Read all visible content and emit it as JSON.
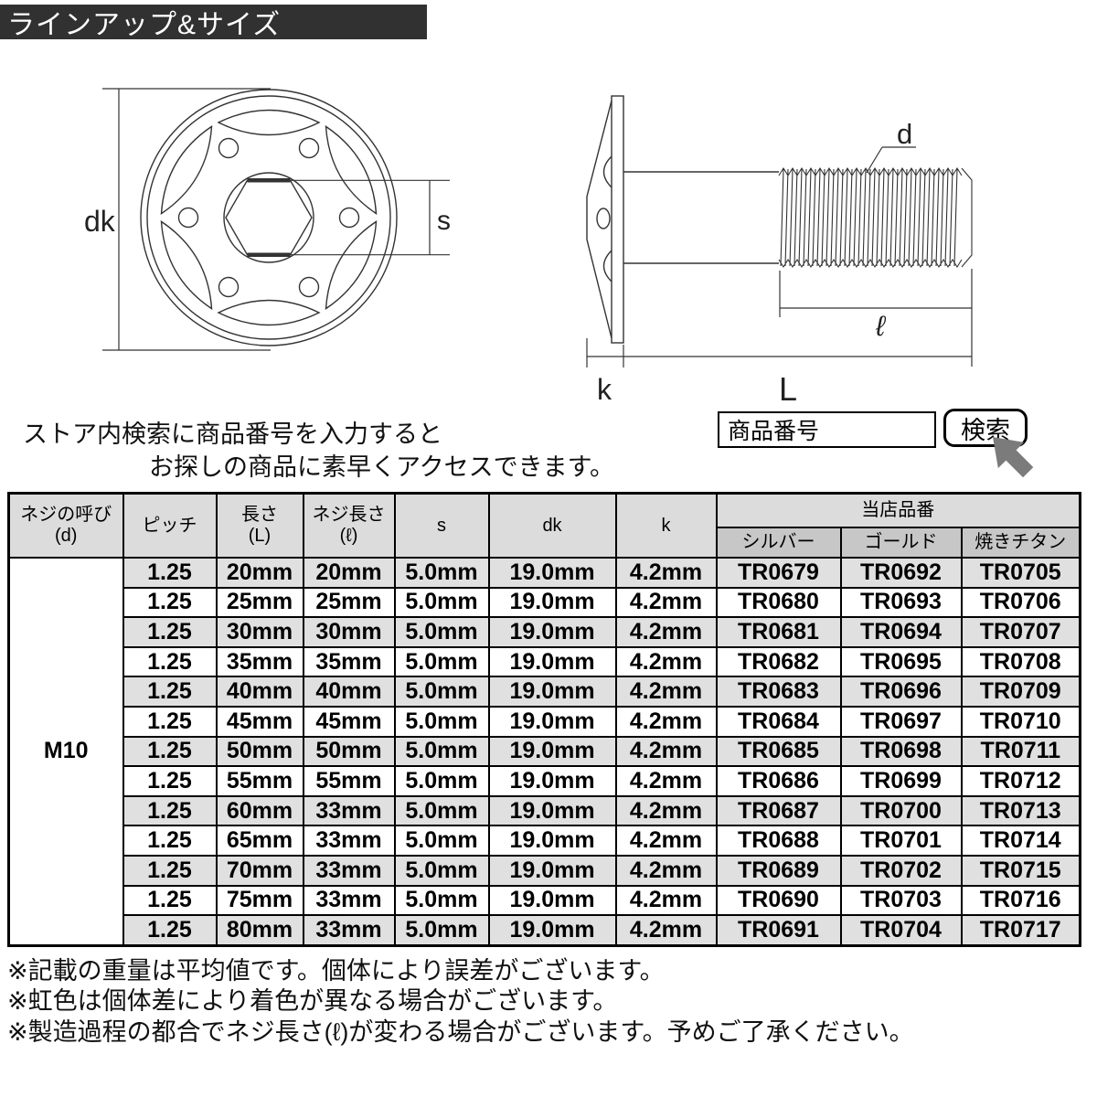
{
  "title_bar": {
    "label": "ラインアップ&サイズ"
  },
  "diagram": {
    "front_view_labels": {
      "dk": "dk",
      "s": "s"
    },
    "side_view_labels": {
      "d": "d",
      "ell": "ℓ",
      "k": "k",
      "L": "L"
    }
  },
  "search_section": {
    "instruction_line1": "ストア内検索に商品番号を入力すると",
    "instruction_line2": "お探しの商品に素早くアクセスできます。",
    "input_value": "商品番号",
    "button_label": "検索"
  },
  "table": {
    "headers": {
      "thread_size": [
        "ネジの呼び",
        "(d)"
      ],
      "pitch": "ピッチ",
      "length": [
        "長さ",
        "(L)"
      ],
      "thread_length": [
        "ネジ長さ",
        "(ℓ)"
      ],
      "s": "s",
      "dk": "dk",
      "k": "k",
      "part_number_group": "当店品番",
      "part_number_colors": [
        "シルバー",
        "ゴールド",
        "焼きチタン"
      ]
    },
    "size_label": "M10",
    "rows": [
      {
        "pitch": "1.25",
        "length": "20mm",
        "thread_length": "20mm",
        "s": "5.0mm",
        "dk": "19.0mm",
        "k": "4.2mm",
        "silver": "TR0679",
        "gold": "TR0692",
        "titanium": "TR0705"
      },
      {
        "pitch": "1.25",
        "length": "25mm",
        "thread_length": "25mm",
        "s": "5.0mm",
        "dk": "19.0mm",
        "k": "4.2mm",
        "silver": "TR0680",
        "gold": "TR0693",
        "titanium": "TR0706"
      },
      {
        "pitch": "1.25",
        "length": "30mm",
        "thread_length": "30mm",
        "s": "5.0mm",
        "dk": "19.0mm",
        "k": "4.2mm",
        "silver": "TR0681",
        "gold": "TR0694",
        "titanium": "TR0707"
      },
      {
        "pitch": "1.25",
        "length": "35mm",
        "thread_length": "35mm",
        "s": "5.0mm",
        "dk": "19.0mm",
        "k": "4.2mm",
        "silver": "TR0682",
        "gold": "TR0695",
        "titanium": "TR0708"
      },
      {
        "pitch": "1.25",
        "length": "40mm",
        "thread_length": "40mm",
        "s": "5.0mm",
        "dk": "19.0mm",
        "k": "4.2mm",
        "silver": "TR0683",
        "gold": "TR0696",
        "titanium": "TR0709"
      },
      {
        "pitch": "1.25",
        "length": "45mm",
        "thread_length": "45mm",
        "s": "5.0mm",
        "dk": "19.0mm",
        "k": "4.2mm",
        "silver": "TR0684",
        "gold": "TR0697",
        "titanium": "TR0710"
      },
      {
        "pitch": "1.25",
        "length": "50mm",
        "thread_length": "50mm",
        "s": "5.0mm",
        "dk": "19.0mm",
        "k": "4.2mm",
        "silver": "TR0685",
        "gold": "TR0698",
        "titanium": "TR0711"
      },
      {
        "pitch": "1.25",
        "length": "55mm",
        "thread_length": "55mm",
        "s": "5.0mm",
        "dk": "19.0mm",
        "k": "4.2mm",
        "silver": "TR0686",
        "gold": "TR0699",
        "titanium": "TR0712"
      },
      {
        "pitch": "1.25",
        "length": "60mm",
        "thread_length": "33mm",
        "s": "5.0mm",
        "dk": "19.0mm",
        "k": "4.2mm",
        "silver": "TR0687",
        "gold": "TR0700",
        "titanium": "TR0713"
      },
      {
        "pitch": "1.25",
        "length": "65mm",
        "thread_length": "33mm",
        "s": "5.0mm",
        "dk": "19.0mm",
        "k": "4.2mm",
        "silver": "TR0688",
        "gold": "TR0701",
        "titanium": "TR0714"
      },
      {
        "pitch": "1.25",
        "length": "70mm",
        "thread_length": "33mm",
        "s": "5.0mm",
        "dk": "19.0mm",
        "k": "4.2mm",
        "silver": "TR0689",
        "gold": "TR0702",
        "titanium": "TR0715"
      },
      {
        "pitch": "1.25",
        "length": "75mm",
        "thread_length": "33mm",
        "s": "5.0mm",
        "dk": "19.0mm",
        "k": "4.2mm",
        "silver": "TR0690",
        "gold": "TR0703",
        "titanium": "TR0716"
      },
      {
        "pitch": "1.25",
        "length": "80mm",
        "thread_length": "33mm",
        "s": "5.0mm",
        "dk": "19.0mm",
        "k": "4.2mm",
        "silver": "TR0691",
        "gold": "TR0704",
        "titanium": "TR0717"
      }
    ]
  },
  "notes": [
    "※記載の重量は平均値です。個体により誤差がございます。",
    "※虹色は個体差により着色が異なる場合がございます。",
    "※製造過程の都合でネジ長さ(ℓ)が変わる場合がございます。予めご了承ください。"
  ],
  "colors": {
    "title_bar_bg": "#313131",
    "header_bg": "#dcdcdc",
    "subheader_bg": "#c7c7c7",
    "row_alt_bg": "#e0e0e0",
    "cursor_gray": "#7b7b7b",
    "line_color": "#333333"
  }
}
